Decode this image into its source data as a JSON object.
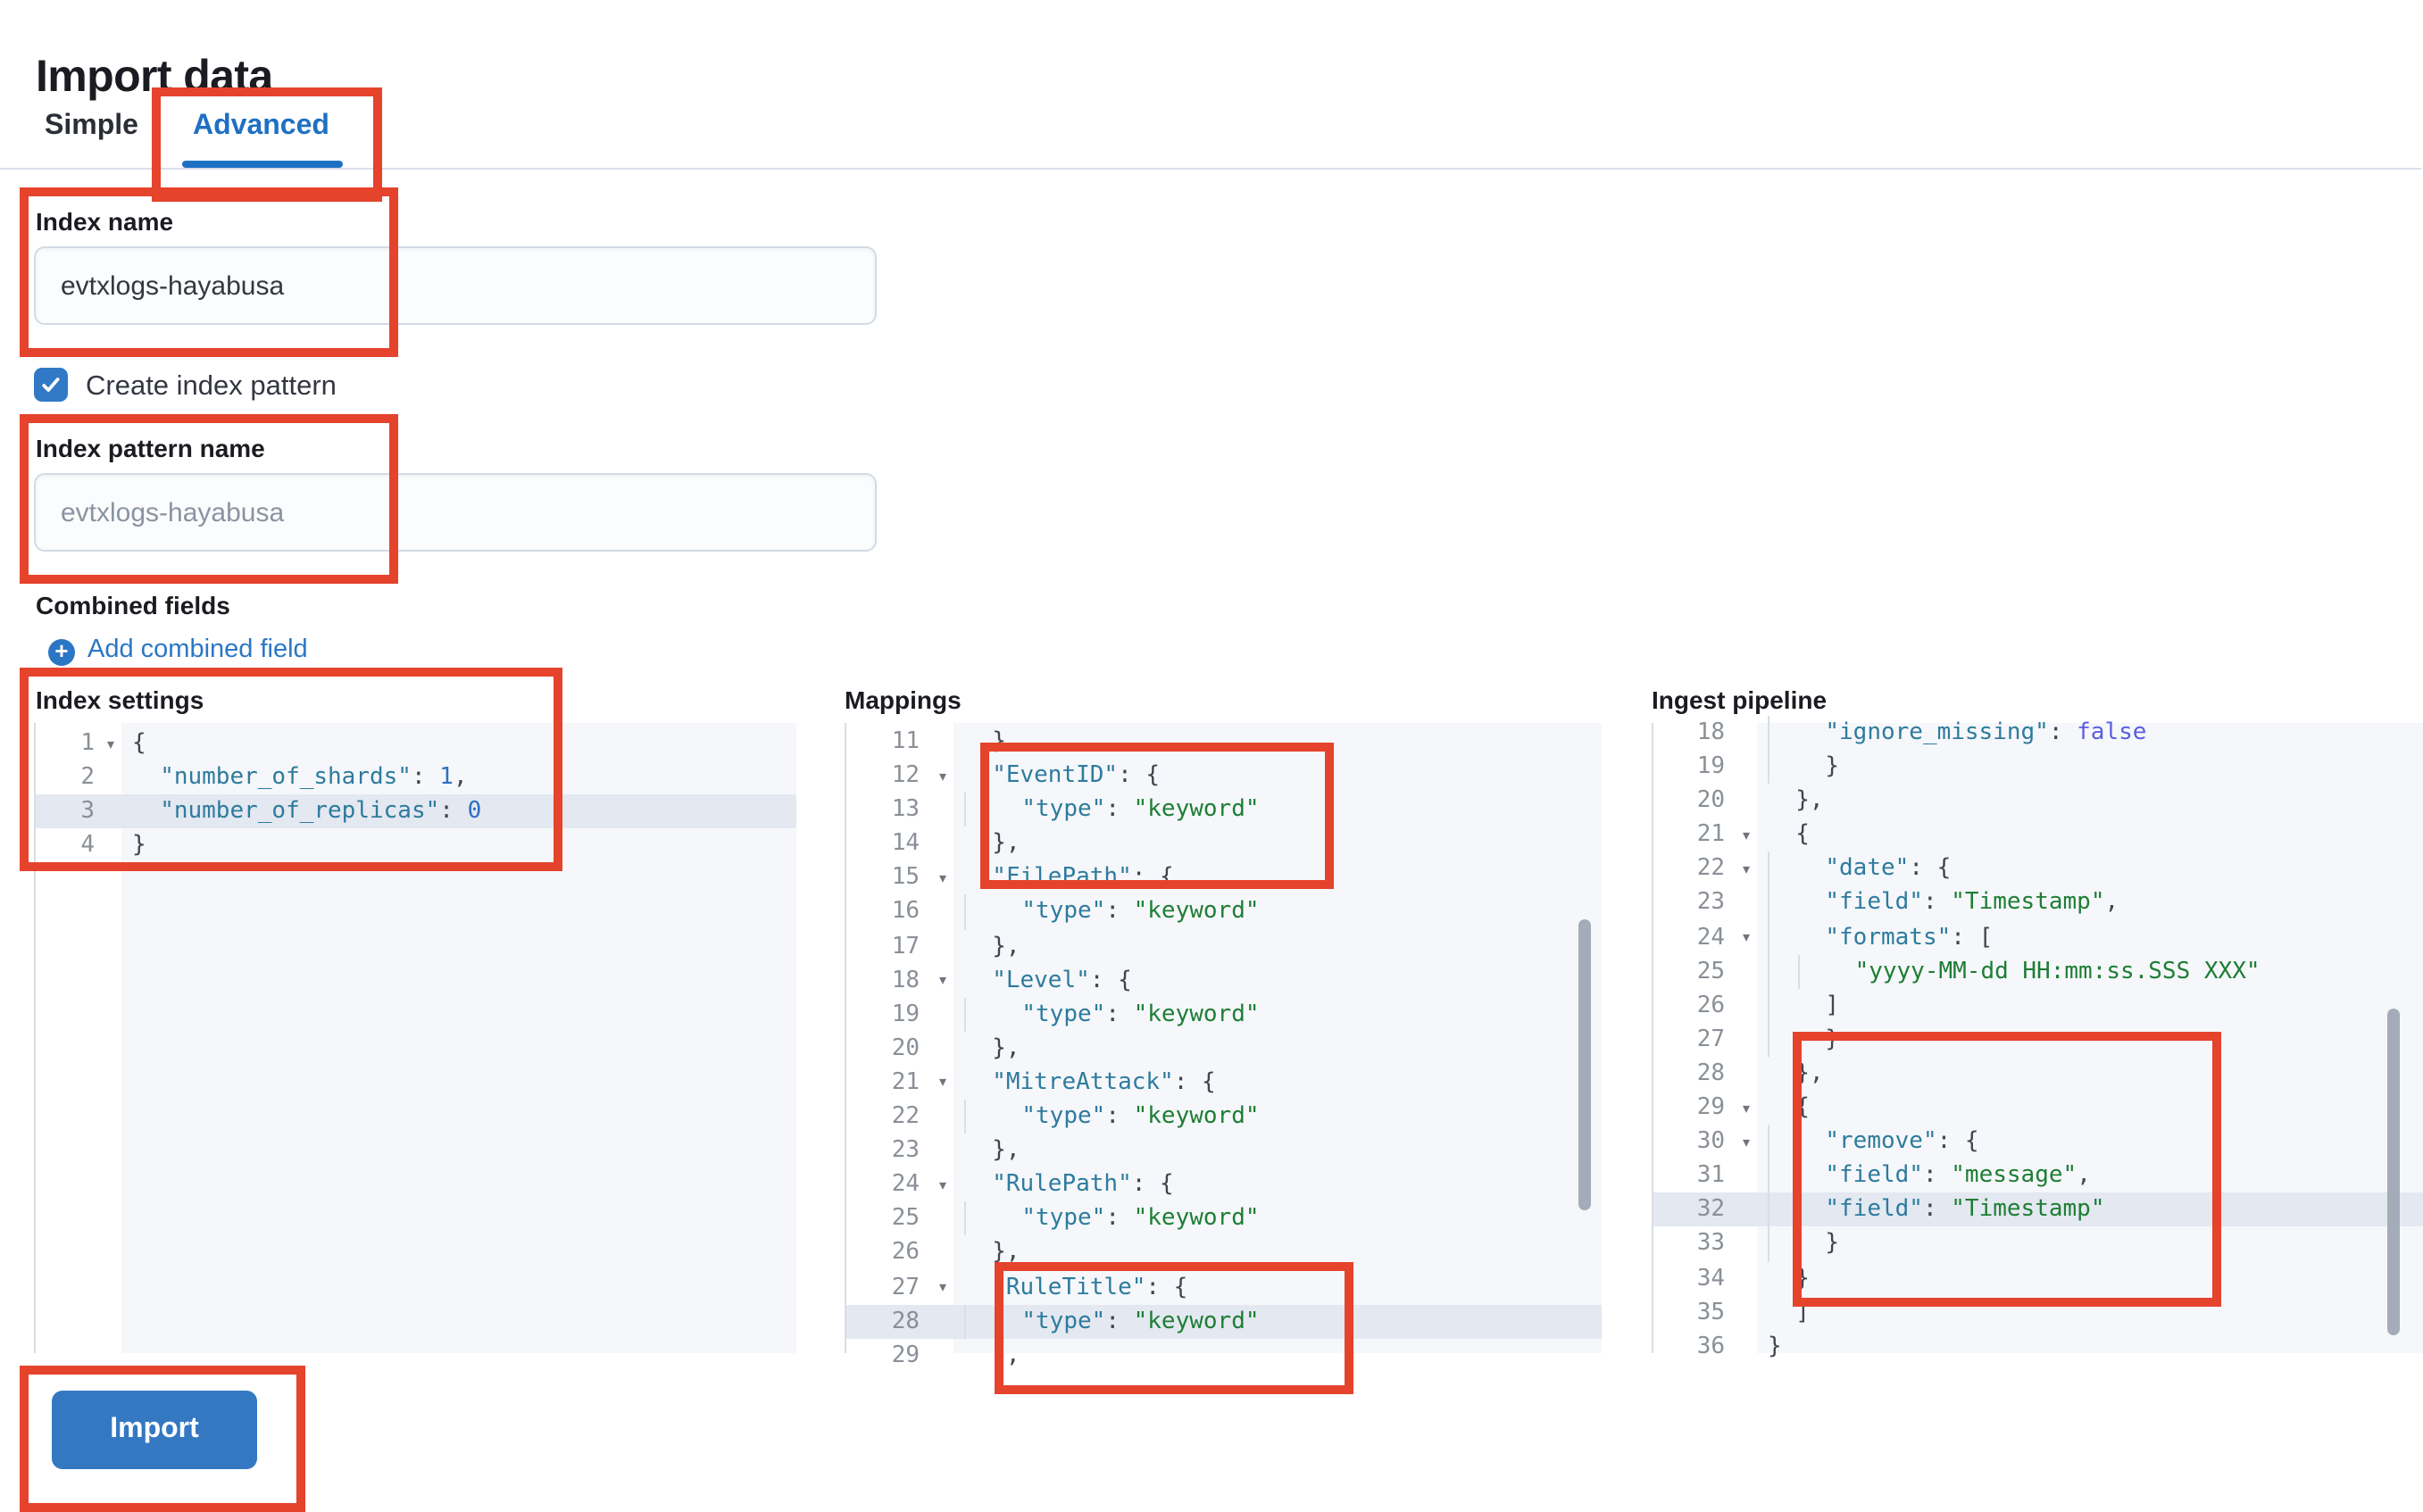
{
  "page": {
    "title": "Import data"
  },
  "tabs": [
    {
      "label": "Simple",
      "active": false
    },
    {
      "label": "Advanced",
      "active": true
    }
  ],
  "form": {
    "index_name": {
      "label": "Index name",
      "value": "evtxlogs-hayabusa"
    },
    "create_index_pattern": {
      "label": "Create index pattern",
      "checked": true
    },
    "index_pattern_name": {
      "label": "Index pattern name",
      "placeholder": "evtxlogs-hayabusa",
      "value": ""
    },
    "combined_fields": {
      "label": "Combined fields",
      "add_link": "Add combined field"
    }
  },
  "icons": {
    "plus": "+",
    "check": "check-mark",
    "fold": "▾"
  },
  "colors": {
    "annotation_red": "#e5432c",
    "accent_blue": "#1e70c2",
    "button_blue": "#3478c2",
    "link_blue": "#2b77c5",
    "code_key": "#2e7b9d",
    "code_string": "#1e7e34",
    "code_number": "#2e6fc0",
    "code_boolean": "#5a5fe0",
    "code_bg": "#f5f7fa",
    "highlight_row": "#e3e8f1"
  },
  "annotations": {
    "color": "#e5432c",
    "targets": [
      "advanced-tab",
      "index-name-field",
      "index-pattern-name-field",
      "index-settings-editor",
      "mappings-eventid-block",
      "mappings-ruletitle-block",
      "ingest-remove-block",
      "import-button"
    ]
  },
  "import_button": {
    "label": "Import"
  },
  "editors": [
    {
      "id": "index-settings",
      "label": "Index settings",
      "lines": [
        {
          "n": 1,
          "ind": 0,
          "fold": true,
          "tok": [
            [
              "p",
              "{"
            ]
          ]
        },
        {
          "n": 2,
          "ind": 2,
          "tok": [
            [
              "k",
              "\"number_of_shards\""
            ],
            [
              "p",
              ": "
            ],
            [
              "n",
              "1"
            ],
            [
              "p",
              ","
            ]
          ]
        },
        {
          "n": 3,
          "ind": 2,
          "hl": true,
          "tok": [
            [
              "k",
              "\"number_of_replicas\""
            ],
            [
              "p",
              ": "
            ],
            [
              "n",
              "0"
            ]
          ]
        },
        {
          "n": 4,
          "ind": 0,
          "tok": [
            [
              "p",
              "}"
            ]
          ]
        }
      ]
    },
    {
      "id": "mappings",
      "label": "Mappings",
      "lines": [
        {
          "n": 11,
          "ind": 2,
          "tok": [
            [
              "p",
              "},"
            ]
          ]
        },
        {
          "n": 12,
          "ind": 2,
          "fold": true,
          "tok": [
            [
              "k",
              "\"EventID\""
            ],
            [
              "p",
              ": {"
            ]
          ]
        },
        {
          "n": 13,
          "ind": 3,
          "tok": [
            [
              "k",
              "\"type\""
            ],
            [
              "p",
              ": "
            ],
            [
              "s",
              "\"keyword\""
            ]
          ]
        },
        {
          "n": 14,
          "ind": 2,
          "tok": [
            [
              "p",
              "},"
            ]
          ]
        },
        {
          "n": 15,
          "ind": 2,
          "fold": true,
          "tok": [
            [
              "k",
              "\"FilePath\""
            ],
            [
              "p",
              ": {"
            ]
          ]
        },
        {
          "n": 16,
          "ind": 3,
          "tok": [
            [
              "k",
              "\"type\""
            ],
            [
              "p",
              ": "
            ],
            [
              "s",
              "\"keyword\""
            ]
          ]
        },
        {
          "n": 17,
          "ind": 2,
          "tok": [
            [
              "p",
              "},"
            ]
          ]
        },
        {
          "n": 18,
          "ind": 2,
          "fold": true,
          "tok": [
            [
              "k",
              "\"Level\""
            ],
            [
              "p",
              ": {"
            ]
          ]
        },
        {
          "n": 19,
          "ind": 3,
          "tok": [
            [
              "k",
              "\"type\""
            ],
            [
              "p",
              ": "
            ],
            [
              "s",
              "\"keyword\""
            ]
          ]
        },
        {
          "n": 20,
          "ind": 2,
          "tok": [
            [
              "p",
              "},"
            ]
          ]
        },
        {
          "n": 21,
          "ind": 2,
          "fold": true,
          "tok": [
            [
              "k",
              "\"MitreAttack\""
            ],
            [
              "p",
              ": {"
            ]
          ]
        },
        {
          "n": 22,
          "ind": 3,
          "tok": [
            [
              "k",
              "\"type\""
            ],
            [
              "p",
              ": "
            ],
            [
              "s",
              "\"keyword\""
            ]
          ]
        },
        {
          "n": 23,
          "ind": 2,
          "tok": [
            [
              "p",
              "},"
            ]
          ]
        },
        {
          "n": 24,
          "ind": 2,
          "fold": true,
          "tok": [
            [
              "k",
              "\"RulePath\""
            ],
            [
              "p",
              ": {"
            ]
          ]
        },
        {
          "n": 25,
          "ind": 3,
          "tok": [
            [
              "k",
              "\"type\""
            ],
            [
              "p",
              ": "
            ],
            [
              "s",
              "\"keyword\""
            ]
          ]
        },
        {
          "n": 26,
          "ind": 2,
          "tok": [
            [
              "p",
              "},"
            ]
          ]
        },
        {
          "n": 27,
          "ind": 2,
          "fold": true,
          "tok": [
            [
              "k",
              "\"RuleTitle\""
            ],
            [
              "p",
              ": {"
            ]
          ]
        },
        {
          "n": 28,
          "ind": 3,
          "hl": true,
          "tok": [
            [
              "k",
              "\"type\""
            ],
            [
              "p",
              ": "
            ],
            [
              "s",
              "\"keyword\""
            ]
          ]
        },
        {
          "n": 29,
          "ind": 2,
          "tok": [
            [
              "p",
              "},"
            ]
          ]
        }
      ]
    },
    {
      "id": "ingest-pipeline",
      "label": "Ingest pipeline",
      "lines": [
        {
          "n": 18,
          "ind": 4,
          "tok": [
            [
              "k",
              "\"ignore_missing\""
            ],
            [
              "p",
              ": "
            ],
            [
              "b",
              "false"
            ]
          ]
        },
        {
          "n": 19,
          "ind": 3,
          "tok": [
            [
              "p",
              "}"
            ]
          ]
        },
        {
          "n": 20,
          "ind": 2,
          "tok": [
            [
              "p",
              "},"
            ]
          ]
        },
        {
          "n": 21,
          "ind": 2,
          "fold": true,
          "tok": [
            [
              "p",
              "{"
            ]
          ]
        },
        {
          "n": 22,
          "ind": 3,
          "fold": true,
          "tok": [
            [
              "k",
              "\"date\""
            ],
            [
              "p",
              ": {"
            ]
          ]
        },
        {
          "n": 23,
          "ind": 4,
          "tok": [
            [
              "k",
              "\"field\""
            ],
            [
              "p",
              ": "
            ],
            [
              "s",
              "\"Timestamp\""
            ],
            [
              "p",
              ","
            ]
          ]
        },
        {
          "n": 24,
          "ind": 4,
          "fold": true,
          "tok": [
            [
              "k",
              "\"formats\""
            ],
            [
              "p",
              ": ["
            ]
          ]
        },
        {
          "n": 25,
          "ind": 5,
          "tok": [
            [
              "s",
              "\"yyyy-MM-dd HH:mm:ss.SSS XXX\""
            ]
          ]
        },
        {
          "n": 26,
          "ind": 4,
          "tok": [
            [
              "p",
              "]"
            ]
          ]
        },
        {
          "n": 27,
          "ind": 3,
          "tok": [
            [
              "p",
              "}"
            ]
          ]
        },
        {
          "n": 28,
          "ind": 2,
          "tok": [
            [
              "p",
              "},"
            ]
          ]
        },
        {
          "n": 29,
          "ind": 2,
          "fold": true,
          "tok": [
            [
              "p",
              "{"
            ]
          ]
        },
        {
          "n": 30,
          "ind": 3,
          "fold": true,
          "tok": [
            [
              "k",
              "\"remove\""
            ],
            [
              "p",
              ": {"
            ]
          ]
        },
        {
          "n": 31,
          "ind": 4,
          "tok": [
            [
              "k",
              "\"field\""
            ],
            [
              "p",
              ": "
            ],
            [
              "s",
              "\"message\""
            ],
            [
              "p",
              ","
            ]
          ]
        },
        {
          "n": 32,
          "ind": 4,
          "hl": true,
          "tok": [
            [
              "k",
              "\"field\""
            ],
            [
              "p",
              ": "
            ],
            [
              "s",
              "\"Timestamp\""
            ]
          ]
        },
        {
          "n": 33,
          "ind": 3,
          "tok": [
            [
              "p",
              "}"
            ]
          ]
        },
        {
          "n": 34,
          "ind": 2,
          "tok": [
            [
              "p",
              "}"
            ]
          ]
        },
        {
          "n": 35,
          "ind": 1,
          "tok": [
            [
              "p",
              "]"
            ]
          ]
        },
        {
          "n": 36,
          "ind": 0,
          "tok": [
            [
              "p",
              "}"
            ]
          ]
        }
      ]
    }
  ]
}
